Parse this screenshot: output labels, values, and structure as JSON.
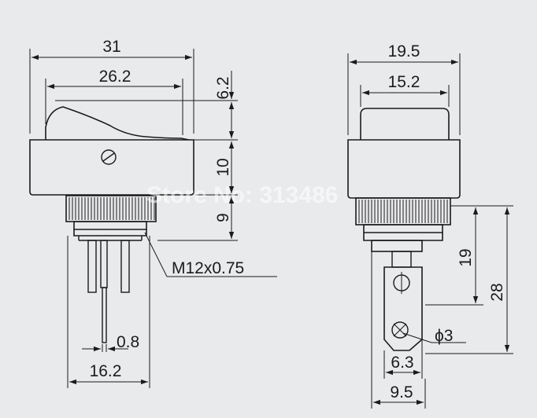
{
  "watermark": "Store No: 313486",
  "side_view": {
    "overall_width": "31",
    "rocker_width": "26.2",
    "rocker_height": "6.2",
    "body_height": "10",
    "bushing_height": "9",
    "thread": "M12x0.75",
    "pin_thickness": "0.8",
    "pin_span": "16.2"
  },
  "front_view": {
    "overall_width": "19.5",
    "rocker_width": "15.2",
    "pin_length": "19",
    "total_length": "28",
    "hole_diameter": "ϕ3",
    "pin_width": "6.3",
    "base_width": "9.5"
  },
  "colors": {
    "line": "#1b1b1b",
    "paper": "#e9eaec"
  }
}
